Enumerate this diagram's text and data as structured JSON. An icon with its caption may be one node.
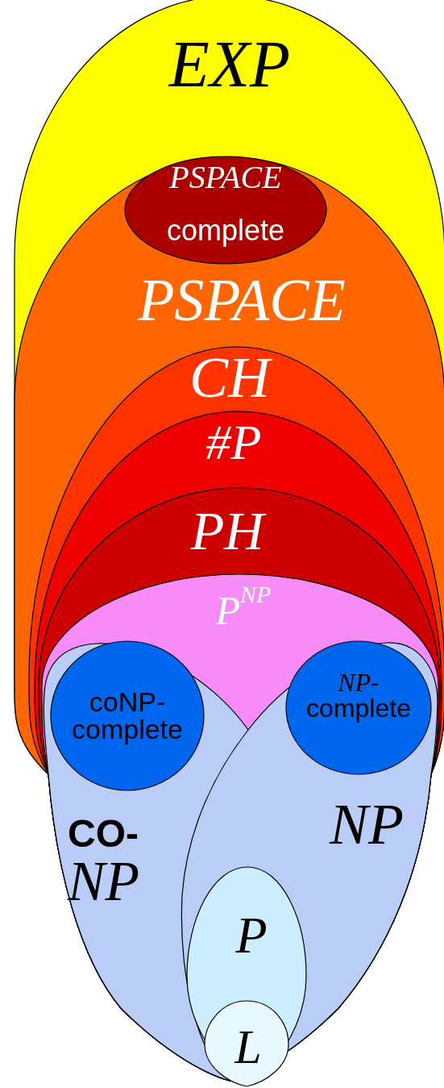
{
  "diagram": {
    "nodes": [
      {
        "text": [
          "EXP"
        ]
      },
      {
        "text": [
          "PSPACE"
        ],
        "in": 0
      },
      {
        "text": [
          "PSPACE",
          "complete"
        ],
        "in": 1
      },
      {
        "text": [
          "CH"
        ],
        "in": 1
      },
      {
        "text": [
          "#P"
        ],
        "in": 3
      },
      {
        "text": [
          "PH"
        ],
        "in": 4
      },
      {
        "text": [
          "P$^{NP}$"
        ],
        "in": 5
      },
      {
        "text": [
          "CO-*NP*"
        ],
        "in": 6
      },
      {
        "text": [
          "coNP-complete"
        ],
        "in": 7
      },
      {
        "text": [
          "NP"
        ],
        "in": 6
      },
      {
        "text": [
          "*NP*-complete"
        ],
        "in": 9
      },
      {
        "text": [
          "P"
        ]
      },
      {
        "text": [
          "L"
        ],
        "in": 11
      }
    ]
  }
}
